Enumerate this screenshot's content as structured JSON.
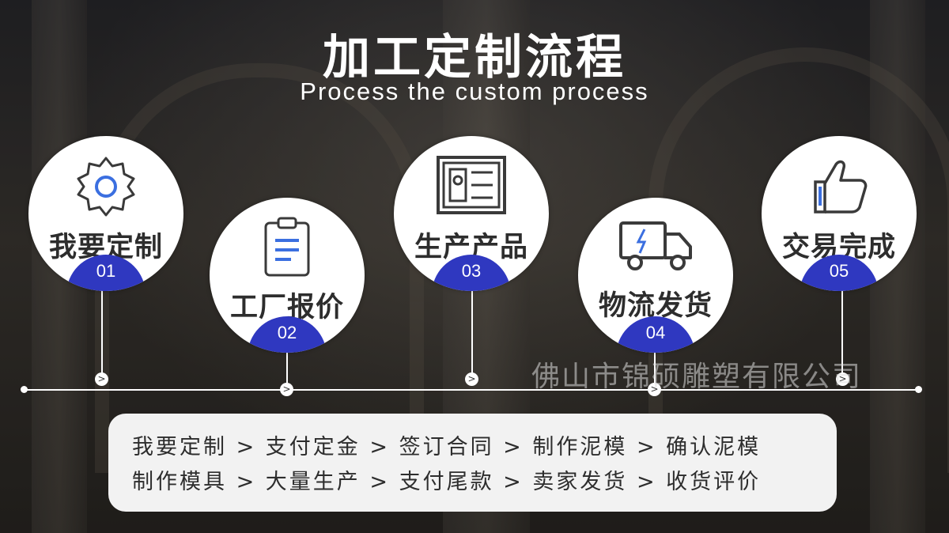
{
  "header": {
    "title": "加工定制流程",
    "subtitle": "Process the custom process"
  },
  "steps": [
    {
      "label": "我要定制",
      "number": "01",
      "icon": "gear-icon"
    },
    {
      "label": "工厂报价",
      "number": "02",
      "icon": "document-icon"
    },
    {
      "label": "生产产品",
      "number": "03",
      "icon": "production-icon"
    },
    {
      "label": "物流发货",
      "number": "04",
      "icon": "truck-icon"
    },
    {
      "label": "交易完成",
      "number": "05",
      "icon": "thumbs-up-icon"
    }
  ],
  "timeline": {
    "arrow_glyph": ">"
  },
  "watermark": "佛山市锦硕雕塑有限公司",
  "process_rows": [
    "我要定制 > 支付定金 > 签订合同 > 制作泥模 > 确认泥模",
    "制作模具 > 大量生产 > 支付尾款 > 卖家发货 > 收货评价"
  ],
  "colors": {
    "accent": "#2f38c0",
    "icon_blue": "#3b6fe0",
    "icon_dark": "#3a3a3a"
  }
}
